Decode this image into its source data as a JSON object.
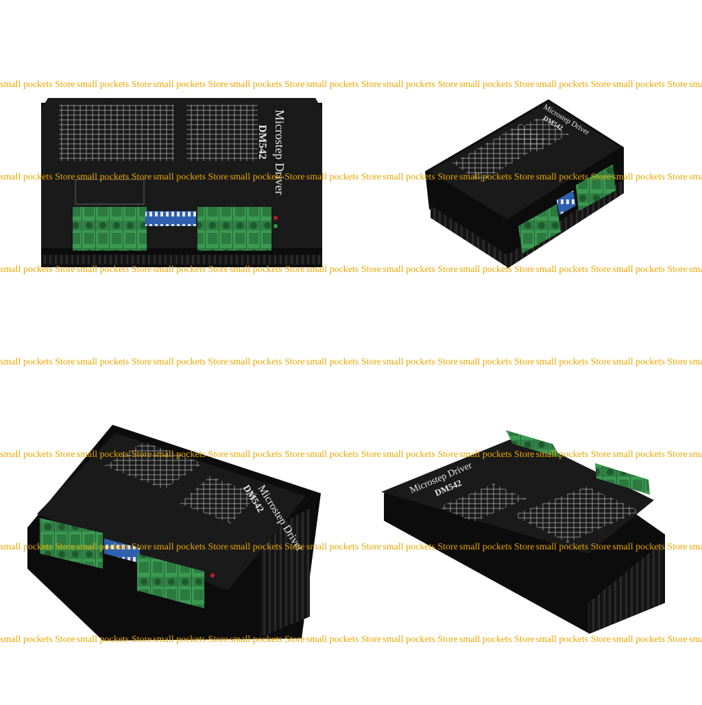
{
  "watermark": {
    "text": "small pockets Store",
    "color": "#e9a600"
  },
  "products": [
    {
      "model": "DM542",
      "title": "Microstep Driver",
      "view": "top"
    },
    {
      "model": "DM542",
      "title": "Microstep Driver",
      "view": "angled-right"
    },
    {
      "model": "DM542",
      "title": "Microstep Driver",
      "view": "angled-left"
    },
    {
      "model": "DM542",
      "title": "Microstep Driver",
      "view": "angled-back"
    }
  ],
  "colors": {
    "housing": "#151515",
    "heatsink": "#0c0c0c",
    "terminal": "#3b9a52",
    "dip": "#2f5fb0",
    "print": "#e8e8e8"
  }
}
